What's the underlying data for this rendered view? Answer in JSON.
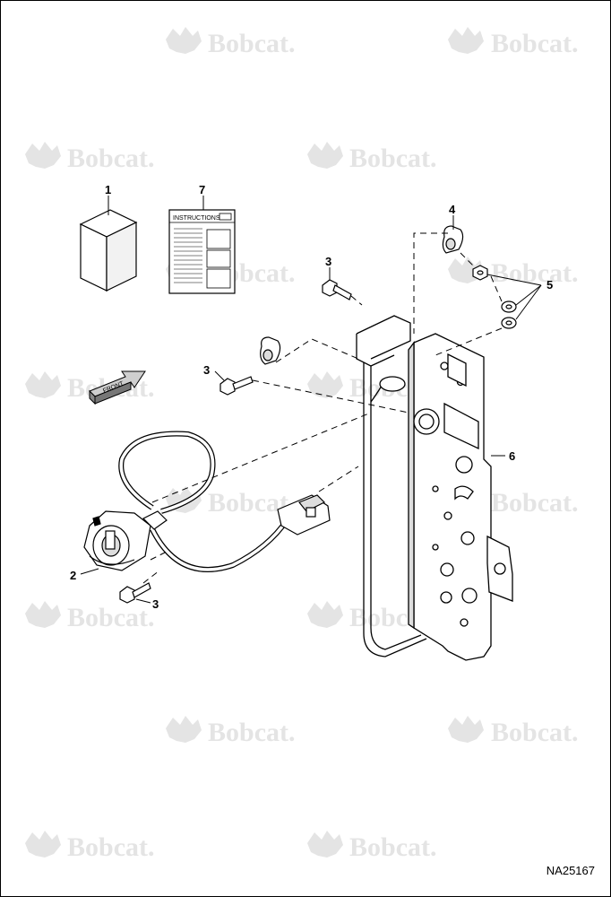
{
  "watermark": {
    "text": "Bobcat."
  },
  "callouts": [
    "1",
    "7",
    "4",
    "3",
    "5",
    "3",
    "6",
    "2",
    "3"
  ],
  "instructions_sheet": {
    "title": "INSTRUCTIONS"
  },
  "front_arrow": {
    "label": "FRONT"
  },
  "figure_id": "NA25167",
  "colors": {
    "line": "#000000",
    "watermark": "#e4e4e4",
    "shade": "#cfcfcf"
  }
}
